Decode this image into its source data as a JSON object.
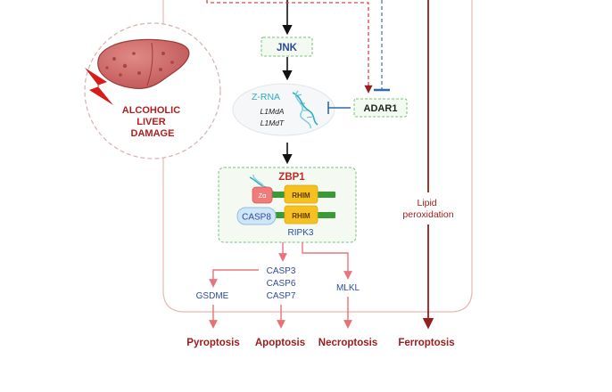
{
  "diagram": {
    "alcoholic_liver_damage": "ALCOHOLIC\nLIVER\nDAMAGE",
    "jnk": "JNK",
    "z_rna": "Z-RNA",
    "l1mda": "L1MdA",
    "l1mdt": "L1MdT",
    "adar1": "ADAR1",
    "zbp1": "ZBP1",
    "z_alpha": "Zα",
    "rhim_top": "RHIM",
    "rhim_bottom": "RHIM",
    "casp8": "CASP8",
    "ripk3": "RIPK3",
    "casp3": "CASP3",
    "casp6": "CASP6",
    "casp7": "CASP7",
    "gsdme": "GSDME",
    "mlkl": "MLKL",
    "lipid_peroxidation": "Lipid\nperoxidation",
    "outcomes": {
      "pyroptosis": "Pyroptosis",
      "apoptosis": "Apoptosis",
      "necroptosis": "Necroptosis",
      "ferroptosis": "Ferroptosis"
    }
  },
  "colors": {
    "dark_red": "#9b1c1c",
    "blue": "#2f4aa0",
    "teal": "#2ab0c0",
    "green": "#3a9a3a",
    "rhim_yellow": "#f5c020",
    "salmon": "#e57373",
    "liver": "#d47070"
  }
}
